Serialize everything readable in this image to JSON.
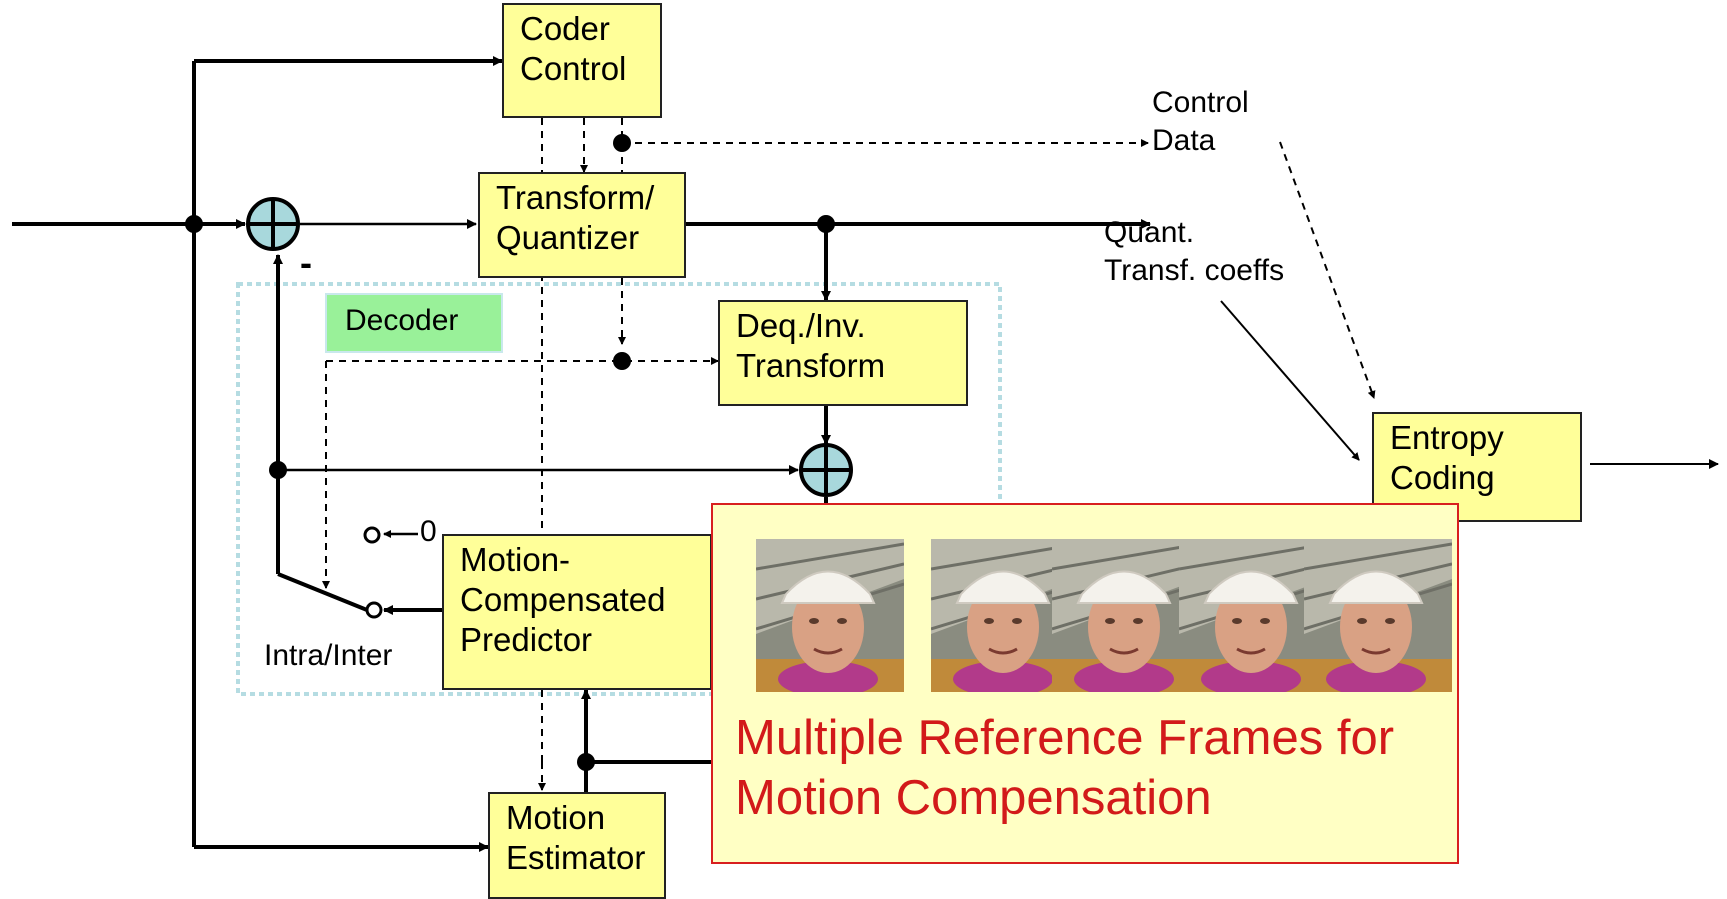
{
  "blocks": {
    "coder_control": [
      "Coder",
      "Control"
    ],
    "transform_quantizer": [
      "Transform/",
      "Quantizer"
    ],
    "deq_inv_transform": [
      "Deq./Inv.",
      "Transform"
    ],
    "entropy_coding": [
      "Entropy",
      "Coding"
    ],
    "motion_compensated_predictor": [
      "Motion-",
      "Compensated",
      "Predictor"
    ],
    "motion_estimator": [
      "Motion",
      "Estimator"
    ]
  },
  "labels": {
    "decoder": "Decoder",
    "control_data": [
      "Control",
      "Data"
    ],
    "quant_coeffs": [
      "Quant.",
      "Transf. coeffs"
    ],
    "minus_sign": "-",
    "zero_input": "0",
    "intra_inter": "Intra/Inter"
  },
  "reference_frames": {
    "caption": [
      "Multiple Reference Frames for",
      "Motion Compensation"
    ],
    "frame_count": 5
  },
  "colors": {
    "block_fill": "#ffff99",
    "decoder_fill": "#99f199",
    "adder_fill": "#a8d8dc",
    "panel_fill": "#ffffc4",
    "panel_border": "#d81f1f",
    "caption_text": "#d21a1a",
    "decoder_region_border": "#b5dce2"
  }
}
